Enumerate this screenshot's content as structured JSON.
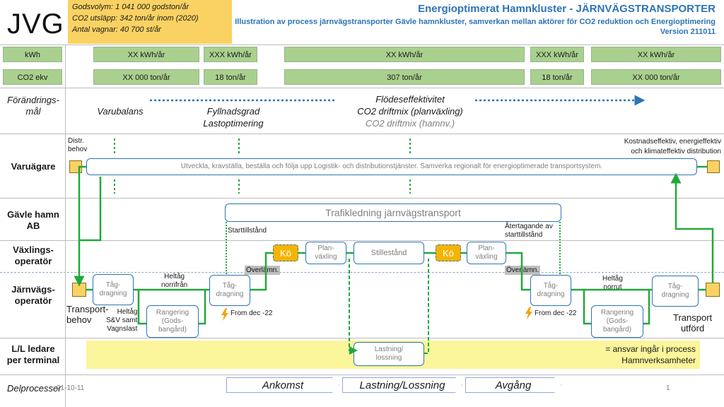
{
  "header": {
    "logo": "JVG",
    "info": [
      "Godsvolym: 1 041 000 godston/år",
      "CO2 utsläpp: 342 ton/år inom (2020)",
      "Antal vagnar: 40 700 st/år"
    ],
    "title": "Energioptimerat Hamnkluster - JÄRNVÄGSTRANSPORTER",
    "subtitle": "Illustration av process järnvägstransporter Gävle hamnkluster, samverkan mellan aktörer för CO2 reduktion och Energioptimering",
    "version": "Version 211011"
  },
  "metrics": {
    "kwh_label": "kWh",
    "co2_label": "CO2 ekv",
    "kwh_values": [
      "XX kWh/år",
      "XXX kWh/år",
      "XX kWh/år",
      "XXX kWh/år",
      "XX kWh/år"
    ],
    "co2_values": [
      "XX 000 ton/år",
      "18 ton/år",
      "307 ton/år",
      "18 ton/år",
      "XX 000 ton/år"
    ]
  },
  "goals": {
    "label": "Förändrings-\nmål",
    "varubalans": "Varubalans",
    "fyllnadsgrad": "Fyllnadsgrad",
    "lastoptimering": "Lastoptimering",
    "flodes": "Flödeseffektivitet",
    "co2_plan": "CO2 driftmix (planväxling)",
    "co2_hamn": "CO2 driftmix (hamnv.)"
  },
  "lanes": {
    "varuagare": "Varuägare",
    "gavle": "Gävle hamn\nAB",
    "vaxling": "Växlings-\noperatör",
    "jarnvag": "Järnvägs-\noperatör",
    "ll": "L/L ledare\nper terminal",
    "delprocesser": "Delprocesser"
  },
  "varuagare": {
    "distr": "Distr.\nbehov",
    "kostnad": "Kostnadseffektiv, energieffektiv\noch klimateffektiv distribution",
    "main": "Utveckla, kravställa, beställa och följa upp Logistik- och distributionstjänster. Samverka regionalt för energioptimerade transportsystem."
  },
  "gavle": {
    "trafik": "Trafikledning järnvägstransport",
    "starttillstand": "Starttillstånd",
    "atergang": "Återtagande av\nstarttillstånd"
  },
  "vaxling": {
    "ko": "Kö",
    "planvaxling": "Plan-\nväxling",
    "stillestand": "Stillestånd",
    "overlamn": "Överlämn."
  },
  "jarnvag": {
    "tagdragning": "Tåg-\ndragning",
    "heltag_norrifran": "Heltåg\nnorrifrån",
    "heltag_norrut": "Heltåg\nnorrut",
    "heltag_sv": "Heltåg\nS&V samt\nVagnslast",
    "rangering": "Rangering\n(Gods-\nbangård)",
    "transportbehov": "Transport-\nbehov",
    "transport_utford": "Transport\nutförd",
    "from_dec": "From dec -22"
  },
  "ll": {
    "lastning": "Lastning/\nlossning",
    "ansvar": "= ansvar ingår i process\nHamnverksamheter"
  },
  "footer": {
    "date": "21-10-11",
    "ankomst": "Ankomst",
    "lastning": "Lastning/Lossning",
    "avgang": "Avgång",
    "page": "1"
  },
  "colors": {
    "green": "#22a83a",
    "blue": "#2e75b6",
    "yellow": "#fad263",
    "lightgreen": "#a9d08e",
    "llyellow": "#fbf59b"
  }
}
